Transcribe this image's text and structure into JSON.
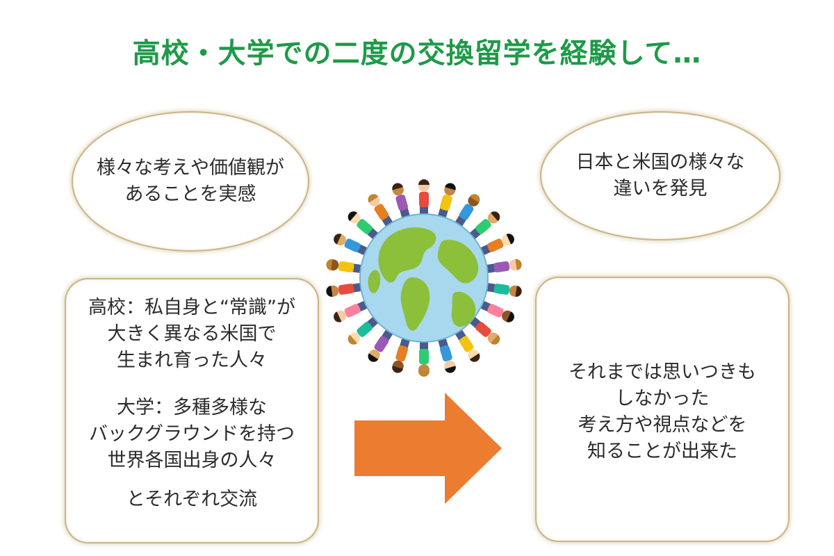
{
  "title": "高校・大学での二度の交換留学を経験して…",
  "ellipse_left": {
    "line1": "様々な考えや価値観が",
    "line2": "あることを実感"
  },
  "ellipse_right": {
    "line1": "日本と米国の様々な",
    "line2": "違いを発見"
  },
  "box_left": {
    "para1_line1": "高校：私自身と“常識”が",
    "para1_line2": "大きく異なる米国で",
    "para1_line3": "生まれ育った人々",
    "para2_line1": "大学：多種多様な",
    "para2_line2": "バックグラウンドを持つ",
    "para2_line3": "世界各国出身の人々",
    "para3_line1": "とそれぞれ交流"
  },
  "box_right": {
    "line1": "それまでは思いつきも",
    "line2": "しなかった",
    "line3": "考え方や視点などを",
    "line4": "知ることが出来た"
  },
  "colors": {
    "title_green": "#1e9a48",
    "arrow_orange": "#ec7c30",
    "ocean_blue": "#a8d8ee",
    "land_green": "#8cbf3a",
    "border_gold": "#c9b487"
  },
  "icons": {
    "globe": "globe-with-people-icon",
    "arrow": "right-arrow-icon"
  }
}
